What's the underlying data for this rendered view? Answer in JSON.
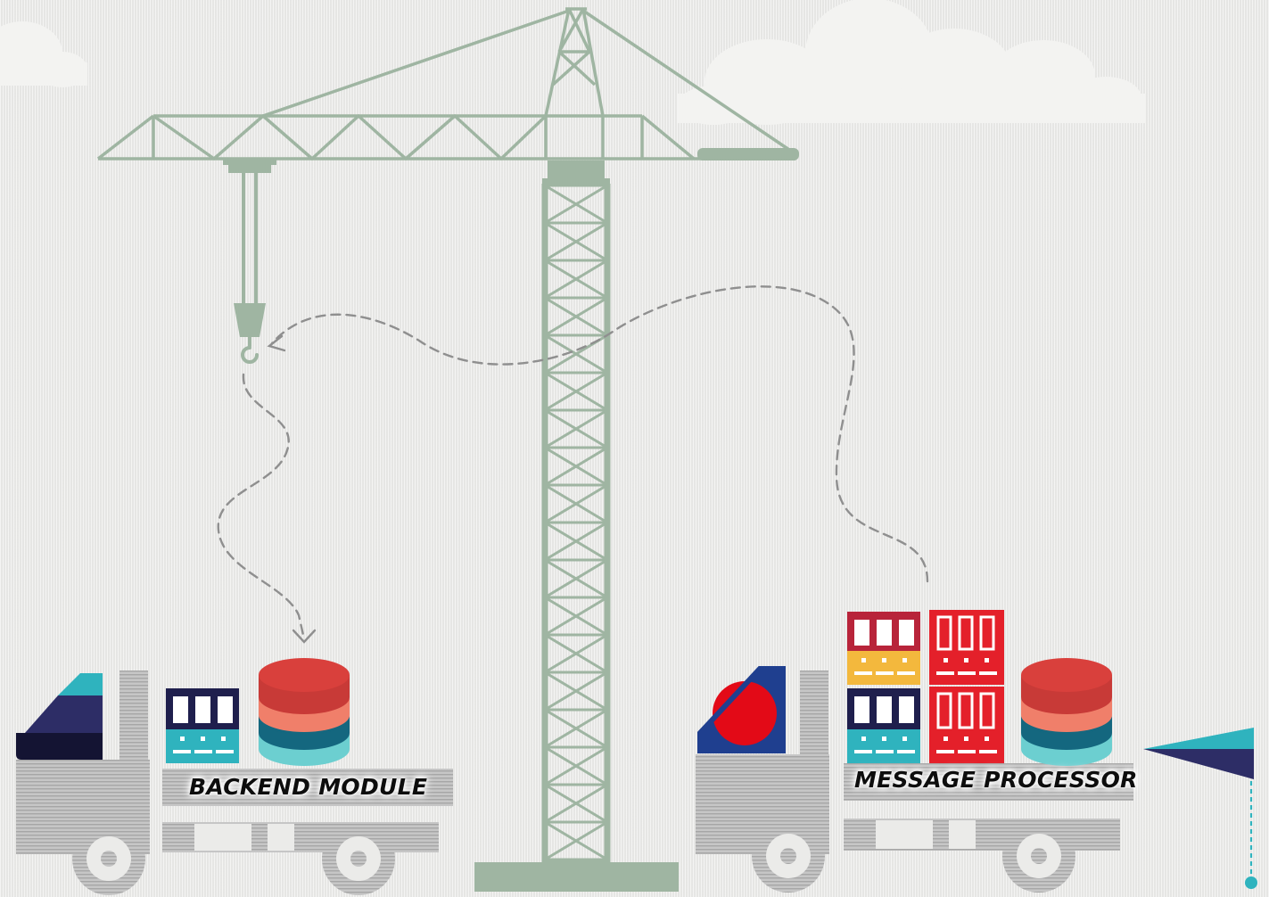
{
  "labels": {
    "backend_module": "BACKEND MODULE",
    "message_processor": "MESSAGE PROCESSOR"
  },
  "colors": {
    "background": "#ebebe9",
    "crane": "#9fb5a2",
    "cloud": "#f3f3f1",
    "truck_gray": "#b9b9b9",
    "navy": "#1f1f4d",
    "teal": "#2fb3be",
    "db_red": "#d9403c",
    "db_salmon": "#f07f6a",
    "db_dark_teal": "#14677f",
    "db_light_teal": "#6ccfd0",
    "yellow": "#f3b83d",
    "red": "#e4202a",
    "crimson": "#b8243a",
    "blue": "#1f3f8f",
    "dashed_path": "#8f8f8f"
  },
  "icons": [
    "crane",
    "hook",
    "truck",
    "database",
    "server-rack",
    "flag",
    "cloud"
  ]
}
